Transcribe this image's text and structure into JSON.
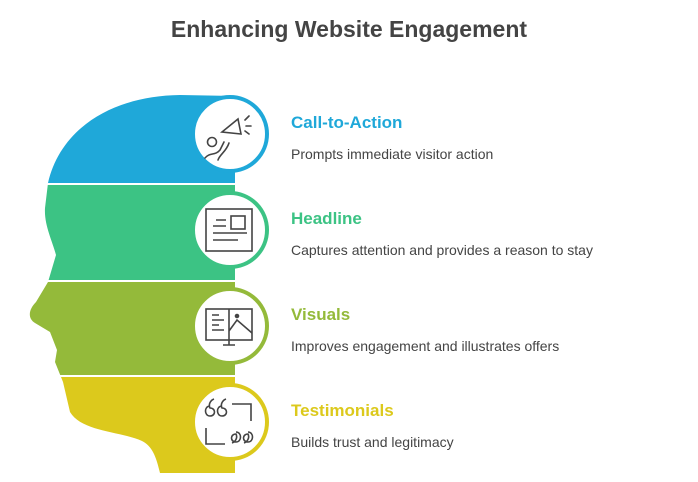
{
  "title": "Enhancing Website Engagement",
  "items": [
    {
      "title": "Call-to-Action",
      "description": "Prompts immediate visitor action",
      "color": "#1fa8d9",
      "icon": "megaphone-person-icon"
    },
    {
      "title": "Headline",
      "description": "Captures attention and provides a reason to stay",
      "color": "#3cc384",
      "icon": "news-article-icon"
    },
    {
      "title": "Visuals",
      "description": "Improves engagement and illustrates offers",
      "color": "#94ba3a",
      "icon": "monitor-image-icon"
    },
    {
      "title": "Testimonials",
      "description": "Builds trust and legitimacy",
      "color": "#dcc91c",
      "icon": "quote-icon"
    }
  ]
}
